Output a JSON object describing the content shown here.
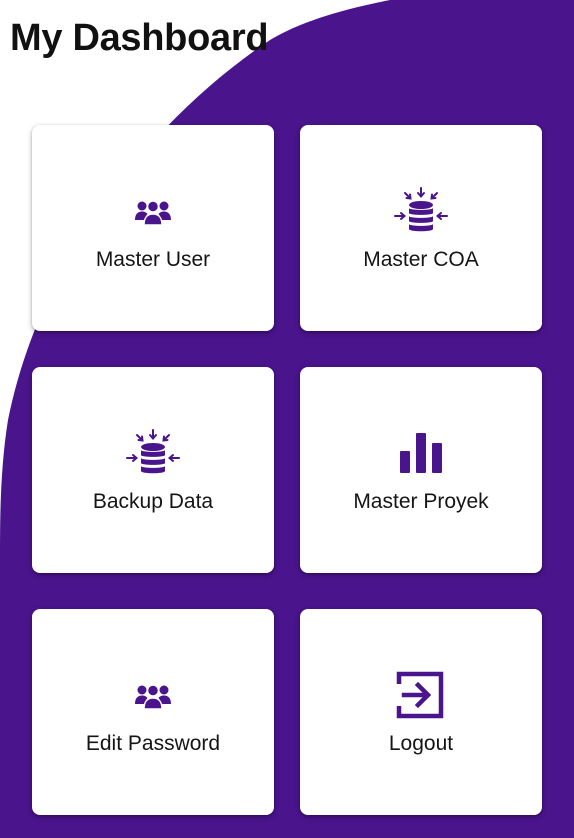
{
  "page": {
    "title": "My Dashboard"
  },
  "colors": {
    "accent": "#4A148C",
    "card_bg": "#FFFFFF",
    "text": "#151515"
  },
  "menu": [
    {
      "label": "Master User",
      "icon": "users-icon"
    },
    {
      "label": "Master COA",
      "icon": "database-import-icon"
    },
    {
      "label": "Backup Data",
      "icon": "database-import-icon"
    },
    {
      "label": "Master Proyek",
      "icon": "bar-chart-icon"
    },
    {
      "label": "Edit Password",
      "icon": "users-icon"
    },
    {
      "label": "Logout",
      "icon": "logout-icon"
    }
  ]
}
